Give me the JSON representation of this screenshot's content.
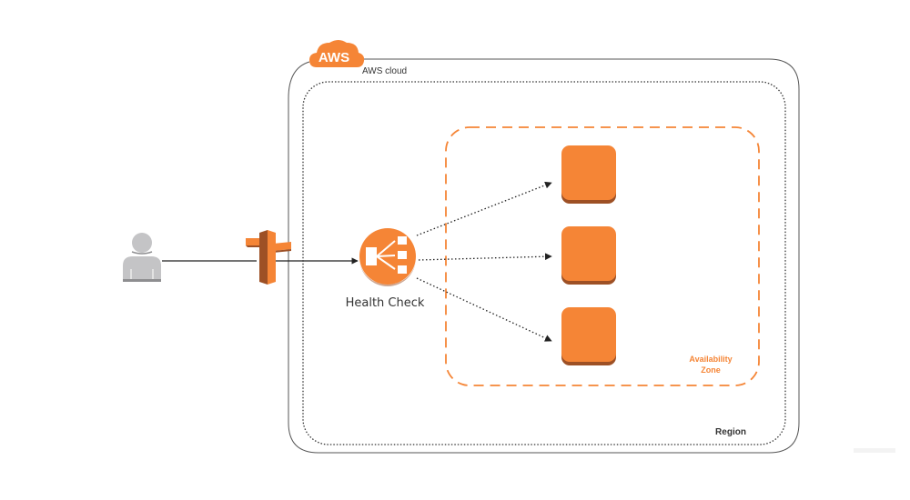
{
  "diagram": {
    "aws_badge": {
      "label": "AWS"
    },
    "aws_cloud": {
      "label": "AWS cloud"
    },
    "region": {
      "label": "Region"
    },
    "availability_zone": {
      "label_line1": "Availability",
      "label_line2": "Zone"
    },
    "user": {
      "icon": "user-icon"
    },
    "route53": {
      "icon": "route53-signpost-icon"
    },
    "load_balancer": {
      "icon": "elastic-load-balancer-icon",
      "label": "Health Check"
    },
    "instances": [
      {
        "icon": "ec2-instance-icon"
      },
      {
        "icon": "ec2-instance-icon"
      },
      {
        "icon": "ec2-instance-icon"
      }
    ],
    "colors": {
      "aws_orange": "#f58536",
      "aws_orange_dark": "#9d5025",
      "user_gray": "#c4c4c6",
      "line": "#222222"
    }
  }
}
